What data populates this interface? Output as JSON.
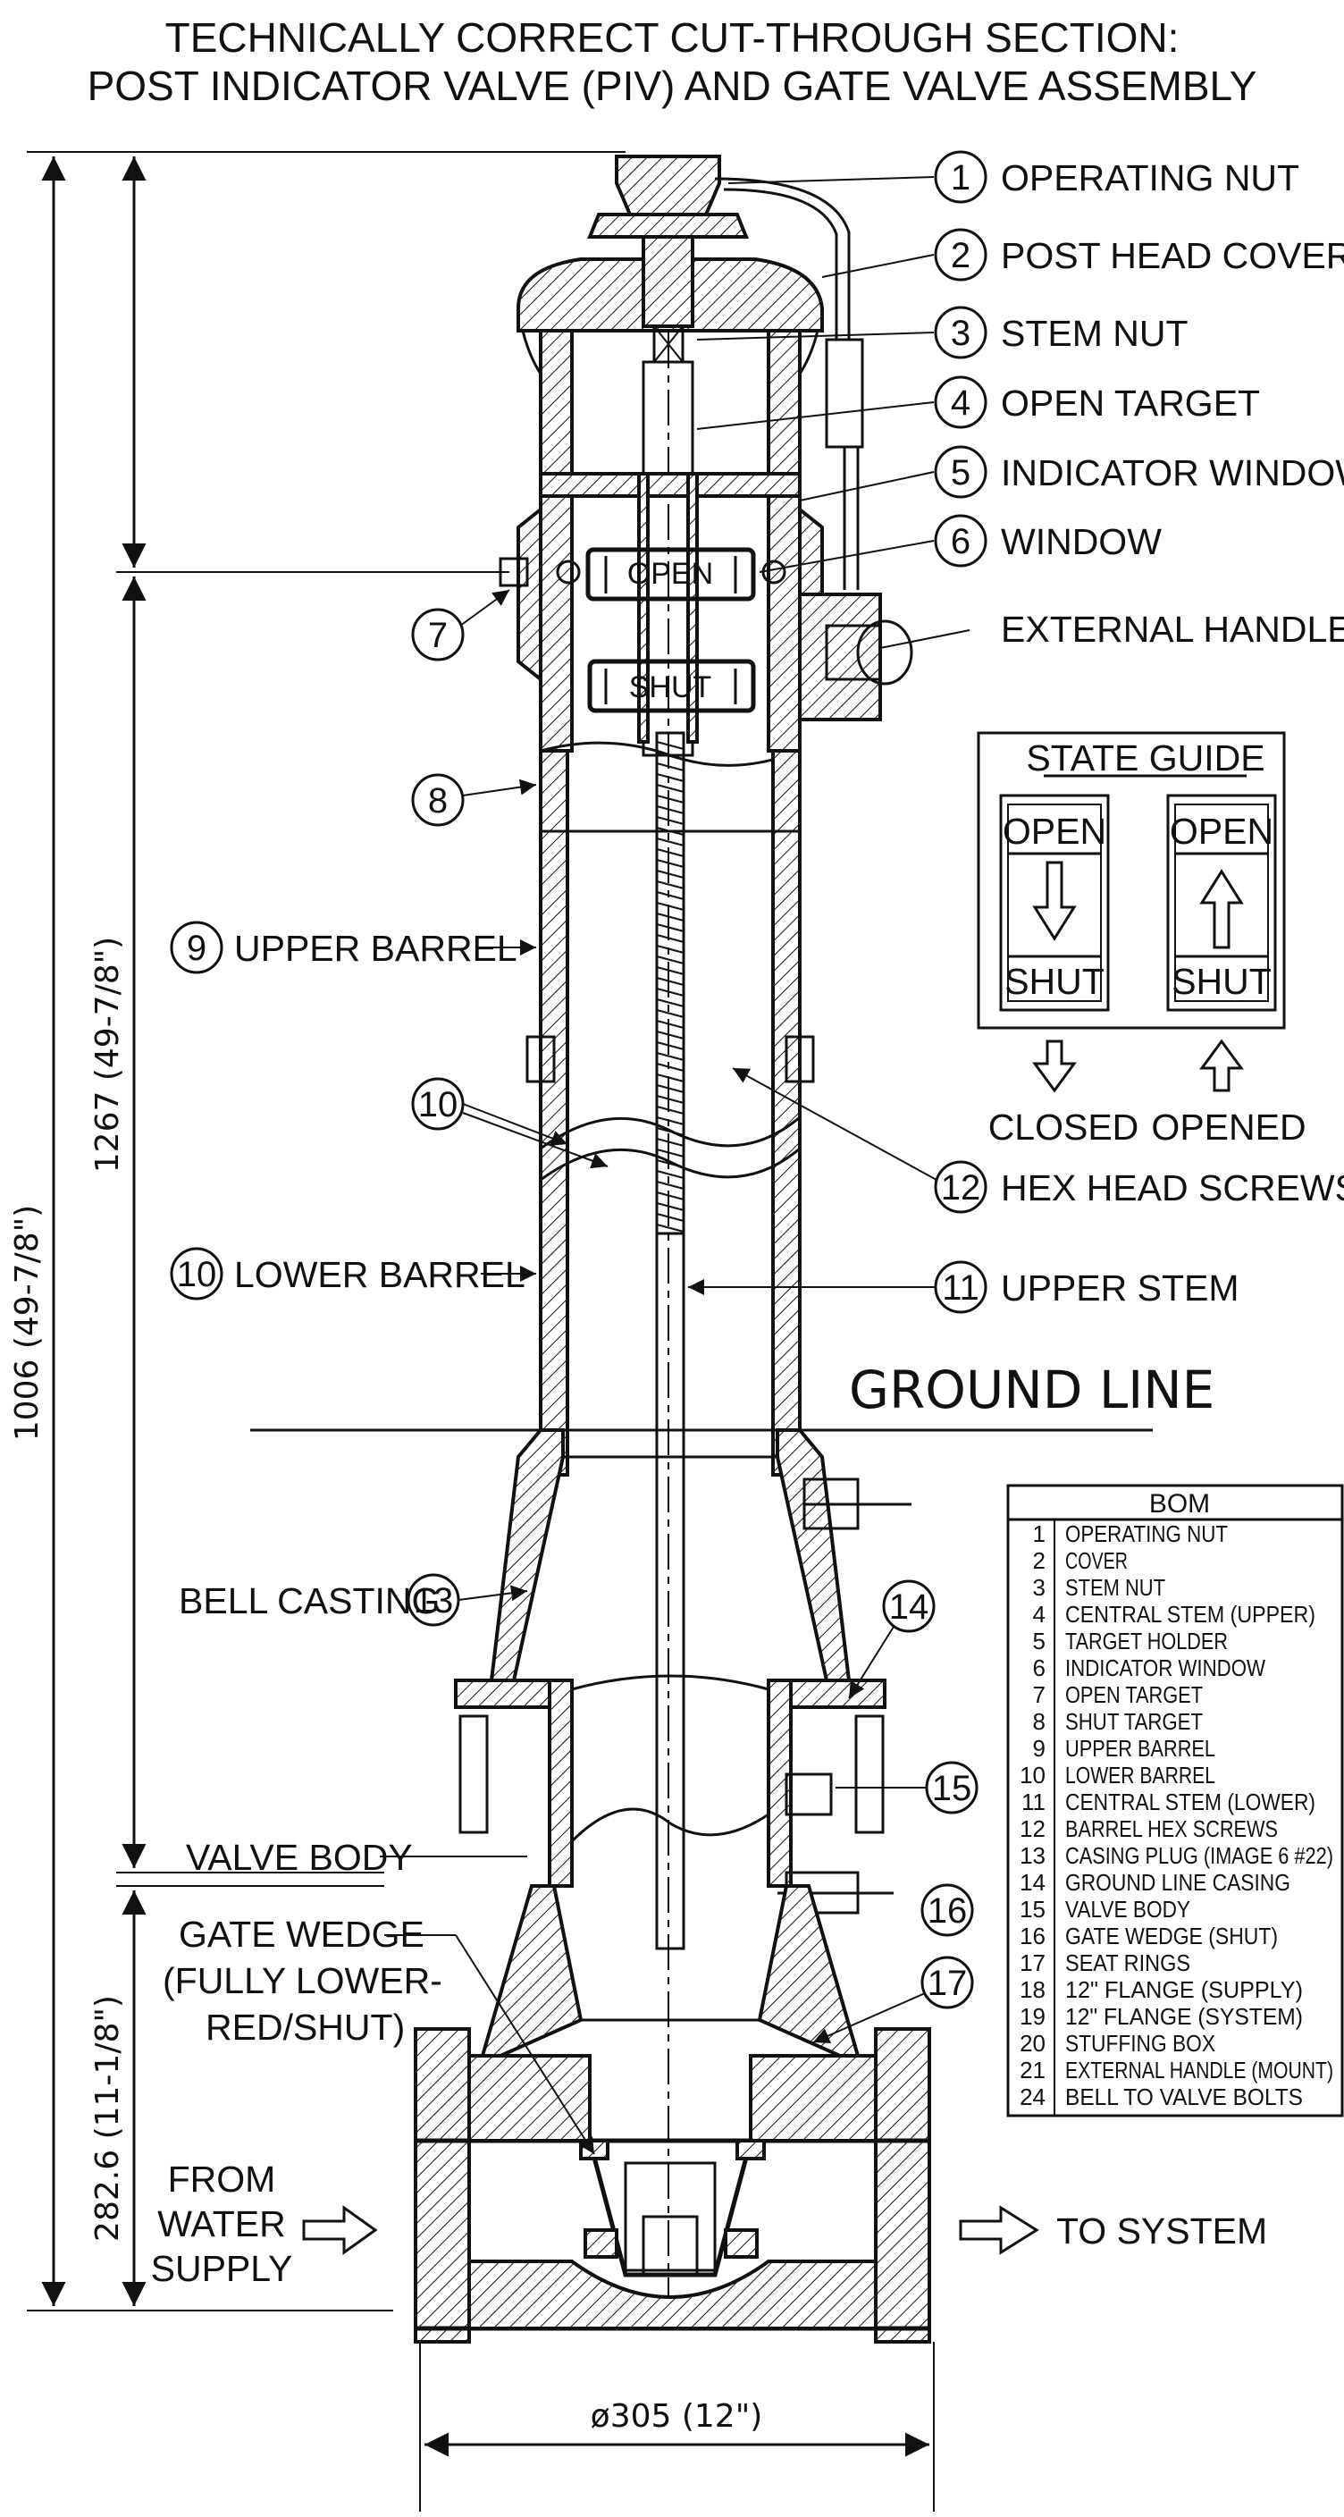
{
  "title": {
    "line1": "TECHNICALLY CORRECT CUT-THROUGH SECTION:",
    "line2": "POST INDICATOR VALVE (PIV) AND GATE VALVE ASSEMBLY"
  },
  "right_callouts": [
    {
      "num": "1",
      "label": "OPERATING NUT"
    },
    {
      "num": "2",
      "label": "POST HEAD COVER"
    },
    {
      "num": "3",
      "label": "STEM NUT"
    },
    {
      "num": "4",
      "label": "OPEN TARGET"
    },
    {
      "num": "5",
      "label": "INDICATOR WINDOW"
    },
    {
      "num": "6",
      "label": "WINDOW"
    }
  ],
  "external_handle": "EXTERNAL HANDLE",
  "window_labels": {
    "open": "OPEN",
    "shut": "SHUT"
  },
  "left_callouts": {
    "c7": "7",
    "c8": "8",
    "c9_num": "9",
    "c9_label": "UPPER BARREL",
    "c10_num": "10",
    "c10b_num": "10",
    "c10b_label": "LOWER BARREL",
    "c13_num": "13",
    "c13_label": "BELL CASTING"
  },
  "c12": {
    "num": "12",
    "label": "HEX HEAD SCREWS"
  },
  "c11": {
    "num": "11",
    "label": "UPPER STEM"
  },
  "c14": "14",
  "c15": "15",
  "c16": "16",
  "c17": "17",
  "state_guide": {
    "title": "STATE GUIDE",
    "left": {
      "top": "OPEN",
      "bottom": "SHUT",
      "caption": "CLOSED"
    },
    "right": {
      "top": "OPEN",
      "bottom": "SHUT",
      "caption": "OPENED"
    }
  },
  "ground_line": "GROUND LINE",
  "valve_labels": {
    "valve_body": "VALVE BODY",
    "gate_wedge_1": "GATE WEDGE",
    "gate_wedge_2": "(FULLY LOWER-",
    "gate_wedge_3": "RED/SHUT)",
    "from_1": "FROM",
    "from_2": "WATER",
    "from_3": "SUPPLY",
    "to_system": "TO SYSTEM"
  },
  "dimensions": {
    "overall": "1006 (49-7/8\")",
    "upper": "1267 (49-7/8\")",
    "lower": "282.6 (11-1/8\")",
    "diameter": "ø305 (12\")"
  },
  "bom": {
    "header": "BOM",
    "rows": [
      {
        "n": "1",
        "d": "OPERATING NUT"
      },
      {
        "n": "2",
        "d": "COVER"
      },
      {
        "n": "3",
        "d": "STEM NUT"
      },
      {
        "n": "4",
        "d": "CENTRAL STEM (UPPER)"
      },
      {
        "n": "5",
        "d": "TARGET HOLDER"
      },
      {
        "n": "6",
        "d": "INDICATOR WINDOW"
      },
      {
        "n": "7",
        "d": "OPEN TARGET"
      },
      {
        "n": "8",
        "d": "SHUT TARGET"
      },
      {
        "n": "9",
        "d": "UPPER BARREL"
      },
      {
        "n": "10",
        "d": "LOWER BARREL"
      },
      {
        "n": "11",
        "d": "CENTRAL STEM (LOWER)"
      },
      {
        "n": "12",
        "d": "BARREL HEX SCREWS"
      },
      {
        "n": "13",
        "d": "CASING PLUG (IMAGE 6 #22)"
      },
      {
        "n": "14",
        "d": "GROUND LINE CASING"
      },
      {
        "n": "15",
        "d": "VALVE BODY"
      },
      {
        "n": "16",
        "d": "GATE WEDGE (SHUT)"
      },
      {
        "n": "17",
        "d": "SEAT RINGS"
      },
      {
        "n": "18",
        "d": "12\" FLANGE (SUPPLY)"
      },
      {
        "n": "19",
        "d": "12\" FLANGE (SYSTEM)"
      },
      {
        "n": "20",
        "d": "STUFFING BOX"
      },
      {
        "n": "21",
        "d": "EXTERNAL HANDLE (MOUNT)"
      },
      {
        "n": "24",
        "d": "BELL TO VALVE BOLTS"
      }
    ]
  }
}
